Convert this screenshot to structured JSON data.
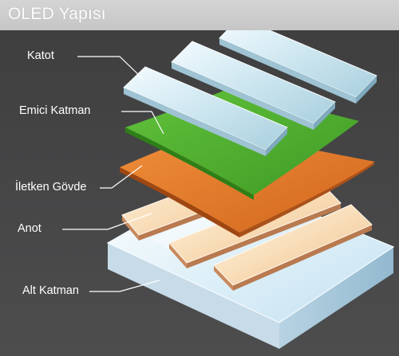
{
  "title": "OLED Yapısı",
  "labels": {
    "katot": "Katot",
    "emici": "Emici Katman",
    "iletken": "İletken Gövde",
    "anot": "Anot",
    "alt": "Alt Katman"
  },
  "colors": {
    "background": "#454546",
    "title_bar": "#cfcfcf",
    "cathode": "#cfe8ef",
    "emissive": "#4fb02d",
    "conductive": "#e07a2a",
    "anode": "#f7dcc0",
    "substrate": "#e6f2fa"
  }
}
